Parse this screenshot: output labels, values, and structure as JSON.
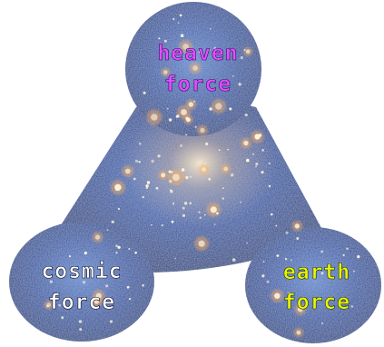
{
  "nodes": {
    "heaven": {
      "line1": "heaven",
      "line2": "force",
      "text_color": "#e84cff",
      "outline_color": "#2a1060"
    },
    "cosmic": {
      "line1": "cosmic",
      "line2": "force",
      "text_color": "#ffffff",
      "outline_color": "#0a0a20"
    },
    "earth": {
      "line1": "earth",
      "line2": "force",
      "text_color": "#f2f200",
      "outline_color": "#0c3a08"
    }
  },
  "colors": {
    "space_deep": "#0f2152",
    "space_mid": "#2c4f96",
    "space_light": "#5f86c8",
    "star_core": "#fff6dc",
    "star_glow": "#ffb060"
  }
}
